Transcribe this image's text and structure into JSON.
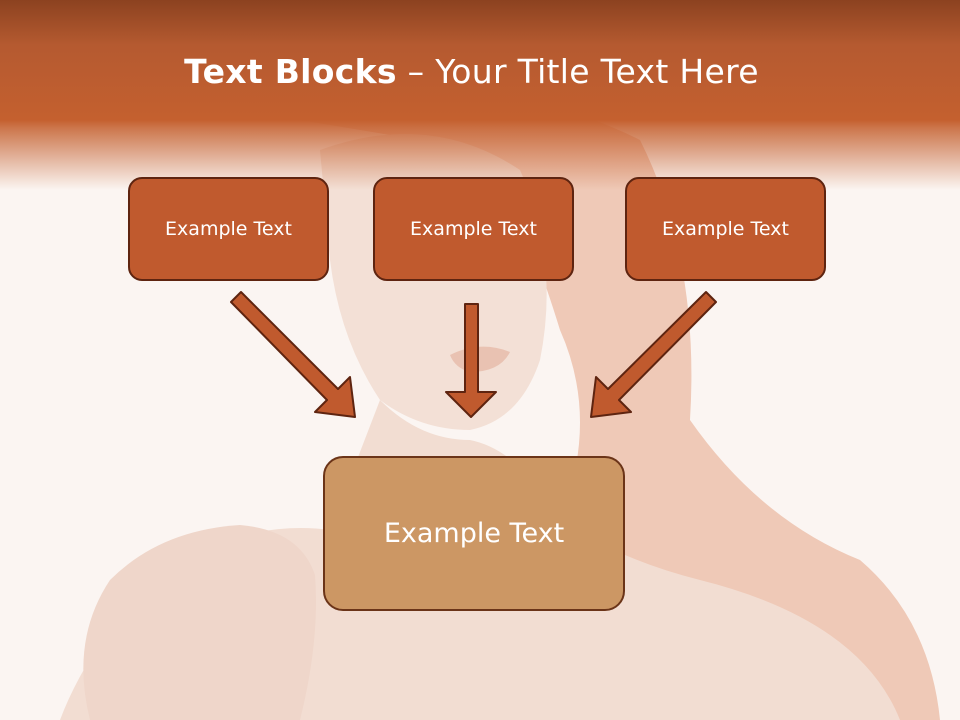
{
  "slide": {
    "title_bold": "Text Blocks",
    "title_dash": " – ",
    "title_rest": "Your Title Text Here",
    "blocks": [
      {
        "label": "Example Text"
      },
      {
        "label": "Example Text"
      },
      {
        "label": "Example Text"
      }
    ],
    "main_block": {
      "label": "Example Text"
    }
  },
  "colors": {
    "header": "#c4602f",
    "box_fill": "#c05a2e",
    "box_border": "#5e2410",
    "main_fill": "#cc9764",
    "arrow_fill": "#c05a2e"
  }
}
